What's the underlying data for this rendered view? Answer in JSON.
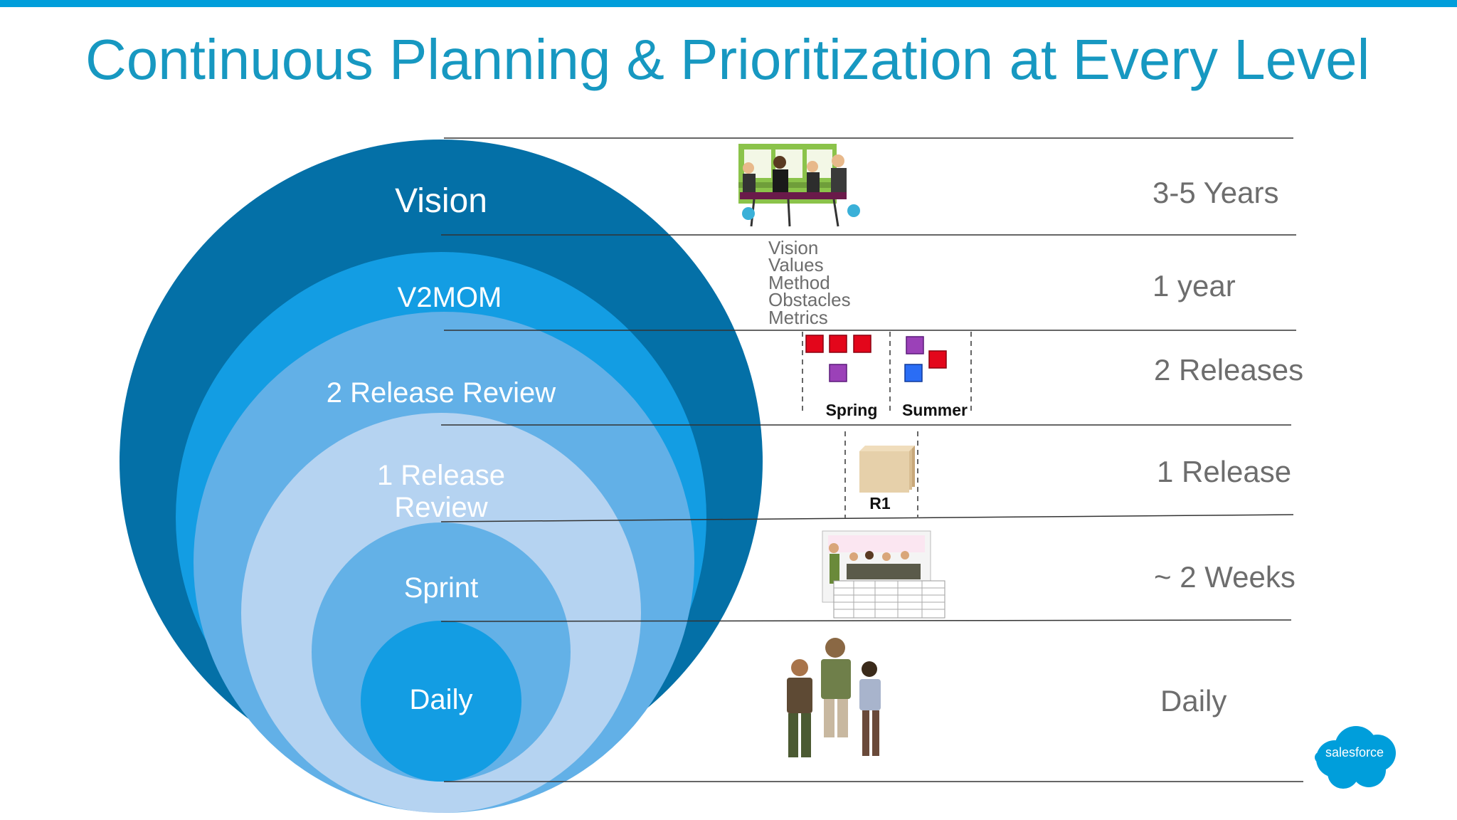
{
  "title": "Continuous Planning & Prioritization at Every Level",
  "levels": [
    {
      "label": "Vision",
      "duration": "3-5 Years"
    },
    {
      "label": "V2MOM",
      "duration": "1 year"
    },
    {
      "label": "2 Release Review",
      "duration": "2 Releases"
    },
    {
      "label_line1": "1 Release",
      "label_line2": "Review",
      "duration": "1 Release"
    },
    {
      "label": "Sprint",
      "duration": "~ 2 Weeks"
    },
    {
      "label": "Daily",
      "duration": "Daily"
    }
  ],
  "v2mom_terms": [
    "Vision",
    "Values",
    "Method",
    "Obstacles",
    "Metrics"
  ],
  "release_captions": {
    "spring": "Spring",
    "summer": "Summer",
    "r1": "R1"
  },
  "logo_text": "salesforce",
  "colors": {
    "ring1": "#0470a7",
    "ring2": "#139de3",
    "ring3": "#62b0e7",
    "ring4": "#b5d3f1",
    "ring5": "#63b1e7",
    "ring6": "#139de3",
    "accent": "#009edb",
    "title": "#1798c1"
  },
  "icons": [
    "meeting-clipart-icon",
    "feature-squares-icon",
    "release-box-icon",
    "sprint-planning-clipart-icon",
    "people-clipart-icon",
    "salesforce-cloud-logo"
  ]
}
